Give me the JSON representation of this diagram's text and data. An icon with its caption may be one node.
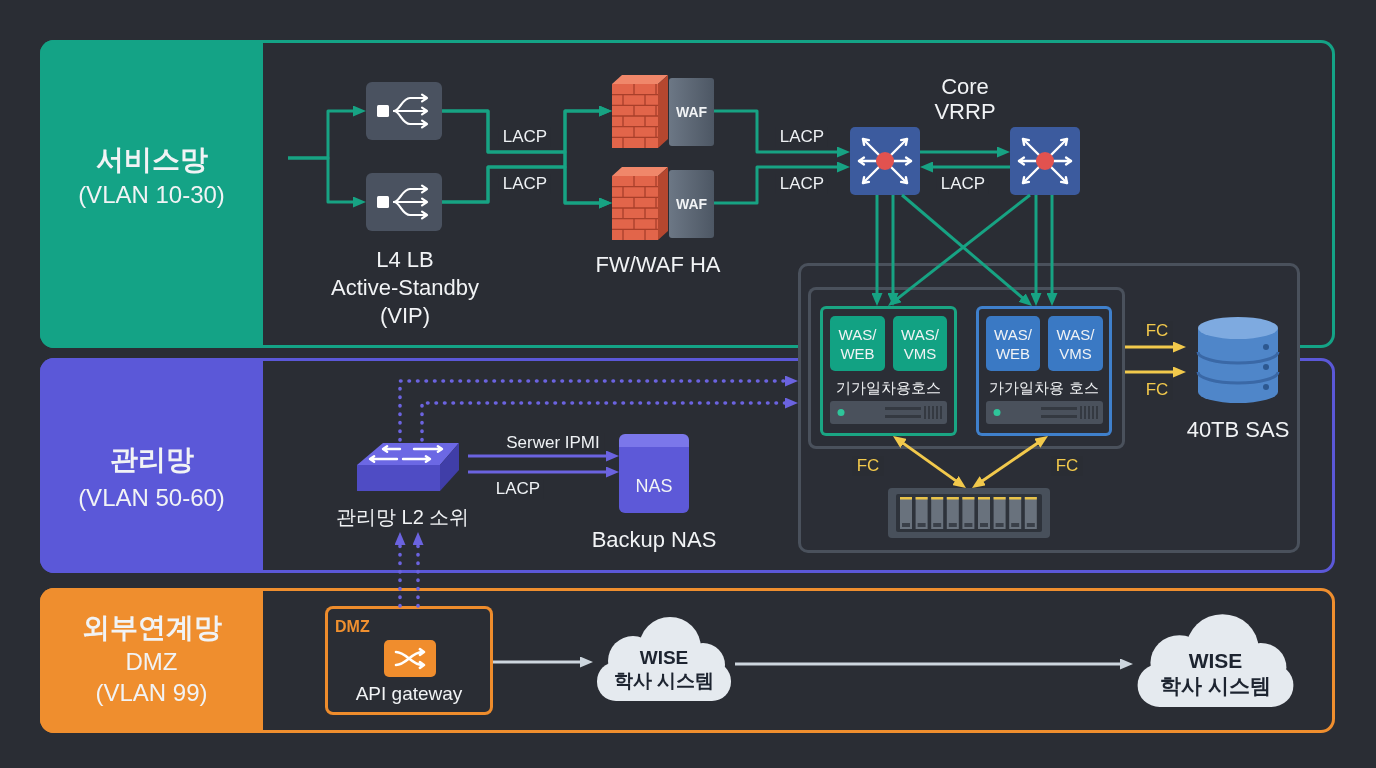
{
  "diagram": {
    "nodes": [
      {
        "text": [
          "서비스망",
          "(VLAN 10-30)"
        ]
      },
      {
        "text": [],
        "shape": "box",
        "in": 0
      },
      {
        "text": [],
        "shape": "box",
        "in": 0
      },
      {
        "text": [
          "WAF"
        ],
        "in": 0
      },
      {
        "text": [
          "WAF"
        ],
        "in": 0
      },
      {
        "text": [],
        "shape": "box",
        "in": 0
      },
      {
        "text": [],
        "shape": "box",
        "in": 0
      },
      {
        "text": [
          "관리망",
          "(VLAN 50-60)"
        ]
      },
      {
        "text": [],
        "shape": "box",
        "beside": [
          "관리망 L2 소위"
        ],
        "in": 7
      },
      {
        "text": [
          "NAS"
        ],
        "beside": [
          "Backup NAS"
        ],
        "in": 7
      },
      {
        "text": [],
        "shape": "box"
      },
      {
        "text": [],
        "shape": "box",
        "in": 10
      },
      {
        "text": [
          "기가일차용호스"
        ],
        "in": 11
      },
      {
        "text": [
          "WAS/ WEB"
        ],
        "in": 12
      },
      {
        "text": [
          "WAS/ VMS"
        ],
        "in": 12
      },
      {
        "text": [
          "가가일차용 호스"
        ],
        "in": 11
      },
      {
        "text": [
          "WAS/ WEB"
        ],
        "in": 15
      },
      {
        "text": [
          "WAS/ VMS"
        ],
        "in": 15
      },
      {
        "text": [],
        "shape": "box"
      },
      {
        "text": [],
        "shape": "cylinder",
        "beside": [
          "40TB SAS"
        ],
        "in": 10
      },
      {
        "text": [
          "외부연계망",
          "DMZ (VLAN 99)"
        ]
      },
      {
        "text": [
          "DMZ",
          "API gateway"
        ],
        "in": 20
      },
      {
        "text": [
          "WISE 학사 시스템"
        ],
        "in": 20
      },
      {
        "text": [
          "WISE 학사 시스템"
        ],
        "in": 20
      }
    ],
    "edges": [
      {
        "from": null,
        "to": 1,
        "arrow": "to"
      },
      {
        "from": null,
        "to": 2,
        "arrow": "to"
      },
      {
        "from": 1,
        "to": 3,
        "arrow": "to",
        "label": "LACP"
      },
      {
        "from": 1,
        "to": 4,
        "arrow": "to"
      },
      {
        "from": 2,
        "to": 3,
        "arrow": "to"
      },
      {
        "from": 2,
        "to": 4,
        "arrow": "to",
        "label": "LACP"
      },
      {
        "from": 3,
        "to": 5,
        "arrow": "to",
        "label": "LACP"
      },
      {
        "from": 4,
        "to": 5,
        "arrow": "to",
        "label": "LACP"
      },
      {
        "from": 5,
        "to": 6,
        "arrow": "to"
      },
      {
        "from": 6,
        "to": 5,
        "arrow": "to",
        "label": "LACP"
      },
      {
        "from": 5,
        "to": 12,
        "arrow": "to"
      },
      {
        "from": 5,
        "to": 12,
        "arrow": "to"
      },
      {
        "from": 5,
        "to": 15,
        "arrow": "to"
      },
      {
        "from": 6,
        "to": 15,
        "arrow": "to"
      },
      {
        "from": 6,
        "to": 15,
        "arrow": "to"
      },
      {
        "from": 6,
        "to": 12,
        "arrow": "to"
      },
      {
        "from": 8,
        "to": 9,
        "arrow": "to",
        "label": "Serwer IPMI",
        "color": "#6b63e0"
      },
      {
        "from": 8,
        "to": 9,
        "arrow": "to",
        "label": "LACP",
        "color": "#6b63e0"
      },
      {
        "from": 8,
        "to": 10,
        "arrow": "to",
        "style": "dashed",
        "color": "#6b63e0"
      },
      {
        "from": 8,
        "to": 10,
        "arrow": "to",
        "style": "dashed",
        "color": "#6b63e0"
      },
      {
        "from": 21,
        "to": 8,
        "arrow": "to",
        "style": "dashed",
        "color": "#6b63e0"
      },
      {
        "from": 21,
        "to": 8,
        "arrow": "to",
        "style": "dashed",
        "color": "#6b63e0"
      },
      {
        "from": 11,
        "to": 19,
        "arrow": "to",
        "label": "FC",
        "color": "#f2c94c"
      },
      {
        "from": 11,
        "to": 19,
        "arrow": "to",
        "label": "FC",
        "color": "#f2c94c"
      },
      {
        "from": 12,
        "to": 18,
        "arrow": "both",
        "label": "FC",
        "color": "#f2c94c"
      },
      {
        "from": 15,
        "to": 18,
        "arrow": "both",
        "label": "FC",
        "color": "#f2c94c"
      },
      {
        "from": 21,
        "to": 22,
        "arrow": "to",
        "color": "#cdd6de"
      },
      {
        "from": 22,
        "to": 23,
        "arrow": "to",
        "color": "#cdd6de"
      }
    ],
    "labels": [
      "L4 LB Active-Standby (VIP)",
      "FW/WAF HA",
      "Core VRRP"
    ]
  }
}
